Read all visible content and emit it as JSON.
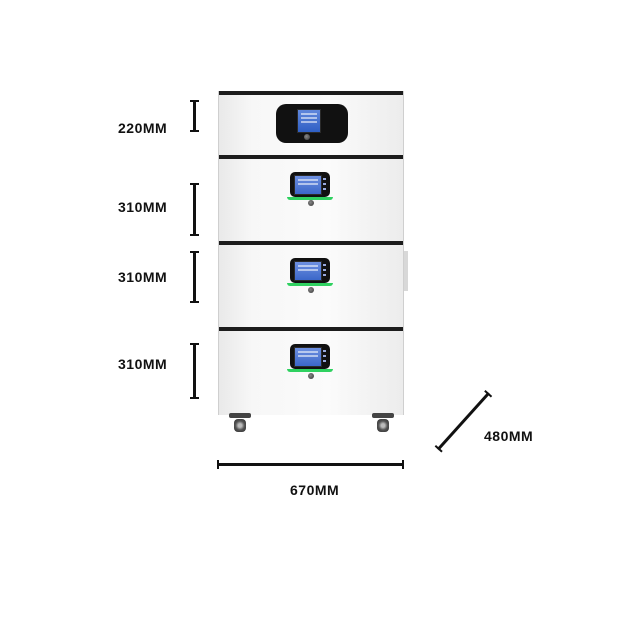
{
  "product": {
    "name": "stacked battery cabinet",
    "body_color": "#f7f7f7",
    "accent_line_color": "#1c1c1c",
    "status_glow_color": "#2fd160",
    "lcd_color": "#4a76d6"
  },
  "dimensions": {
    "heights": [
      {
        "label": "220MM"
      },
      {
        "label": "310MM"
      },
      {
        "label": "310MM"
      },
      {
        "label": "310MM"
      }
    ],
    "width": {
      "label": "670MM"
    },
    "depth": {
      "label": "480MM"
    }
  }
}
